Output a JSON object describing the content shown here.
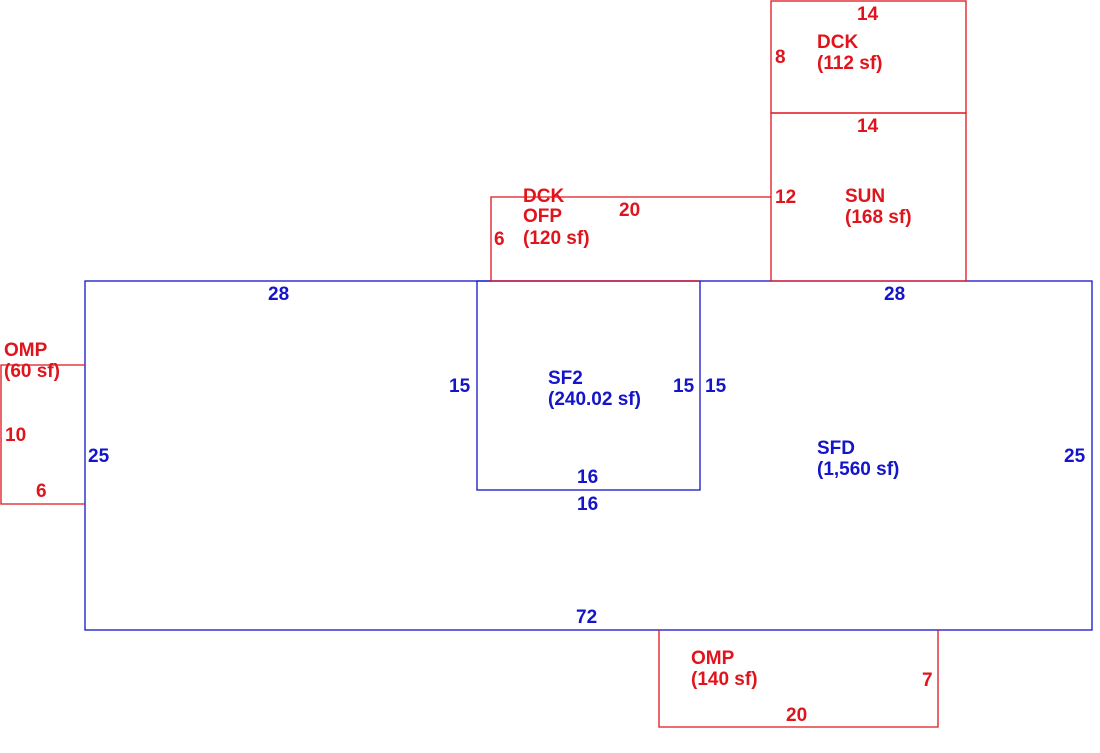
{
  "colors": {
    "blue": "#1414c8",
    "red": "#e0141c"
  },
  "areas": {
    "dck_top": {
      "name": "DCK",
      "area": "(112 sf)",
      "dims": [
        "14",
        "8"
      ]
    },
    "sun": {
      "name": "SUN",
      "area": "(168 sf)",
      "dims": [
        "14",
        "12"
      ]
    },
    "ofp": {
      "name_over": "DCK",
      "name": "OFP",
      "area": "(120 sf)",
      "dims": [
        "20",
        "6"
      ]
    },
    "omp_left": {
      "name": "OMP",
      "area": "(60 sf)",
      "dims": [
        "10",
        "6"
      ]
    },
    "sf2": {
      "name": "SF2",
      "area": "(240.02 sf)",
      "dims": [
        "15",
        "15",
        "16"
      ]
    },
    "sfd": {
      "name": "SFD",
      "area": "(1,560 sf)",
      "dims": [
        "28",
        "28",
        "25",
        "25",
        "72",
        "15",
        "16"
      ]
    },
    "omp_bottom": {
      "name": "OMP",
      "area": "(140 sf)",
      "dims": [
        "7",
        "20"
      ]
    }
  }
}
